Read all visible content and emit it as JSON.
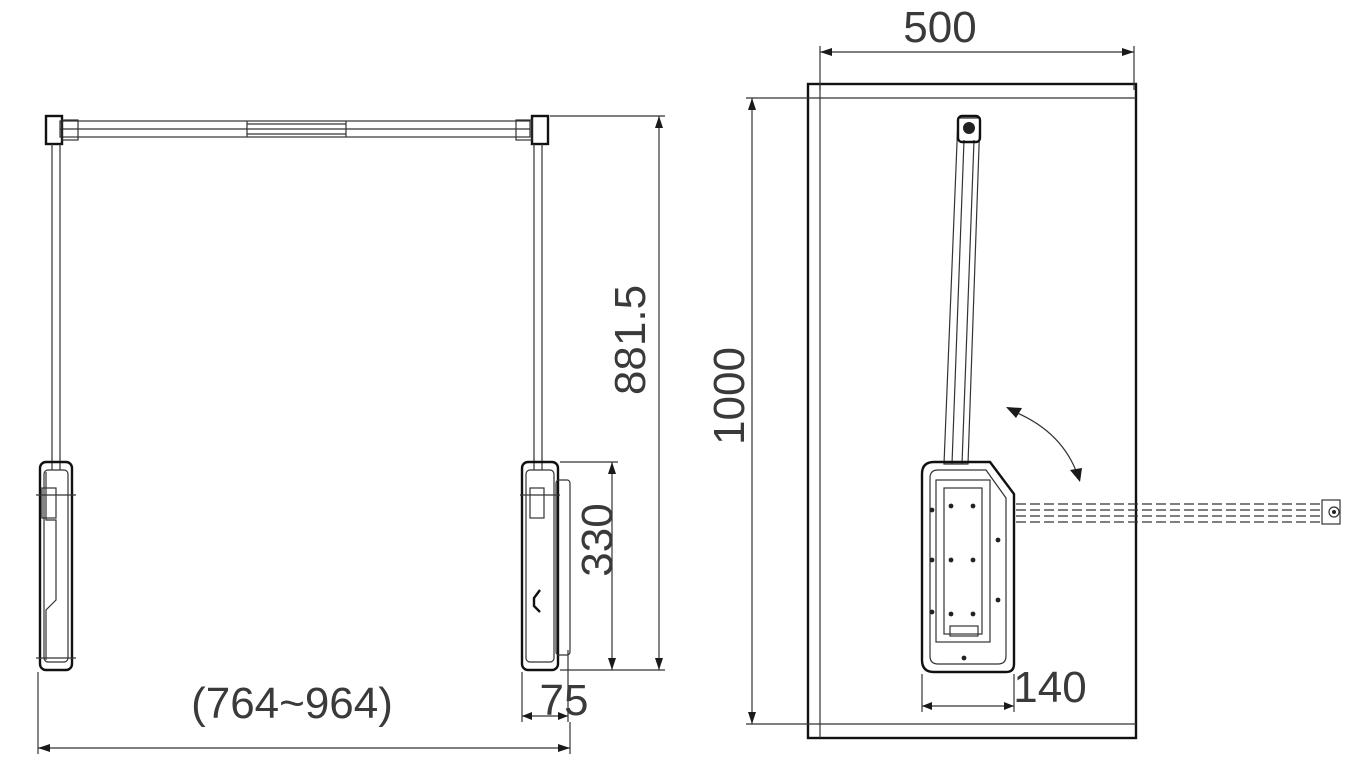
{
  "dimensions": {
    "front_height": "881.5",
    "front_width_range": "(764~964)",
    "front_box_height": "330",
    "front_box_depth": "75",
    "top_width": "500",
    "top_depth": "1000",
    "top_box_width": "140"
  },
  "colors": {
    "line": "#1a1a1a",
    "text": "#3a3a3a",
    "background": "#ffffff"
  }
}
